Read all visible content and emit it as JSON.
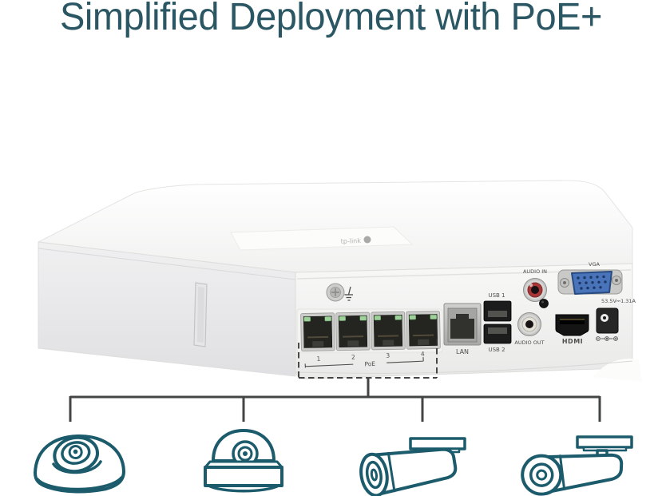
{
  "title": "Simplified Deployment with PoE+",
  "device": {
    "logo_text": "tp-link",
    "power_rating": "53.5V⎓1.31A",
    "poe_group_label": "PoE",
    "poe_port_numbers": [
      "1",
      "2",
      "3",
      "4"
    ],
    "labels": {
      "lan": "LAN",
      "usb1": "USB 1",
      "usb2": "USB 2",
      "audio_in": "AUDIO IN",
      "audio_out": "AUDIO OUT",
      "hdmi": "HDMI",
      "vga": "VGA"
    }
  },
  "cameras": [
    {
      "name": "turret-camera"
    },
    {
      "name": "dome-camera"
    },
    {
      "name": "bullet-camera"
    },
    {
      "name": "bullet-camera"
    }
  ],
  "colors": {
    "title_teal": "#2a5763",
    "camera_teal": "#1b5b6b",
    "connector_gray": "#434545",
    "dashed_outline": "#2d2d2b",
    "vga_blue": "#4a74ba",
    "audio_in_red": "#a83636",
    "audio_out_cream": "#e4e1d8",
    "led_green": "#9fd29b",
    "chassis_white": "#f4f4f3"
  }
}
